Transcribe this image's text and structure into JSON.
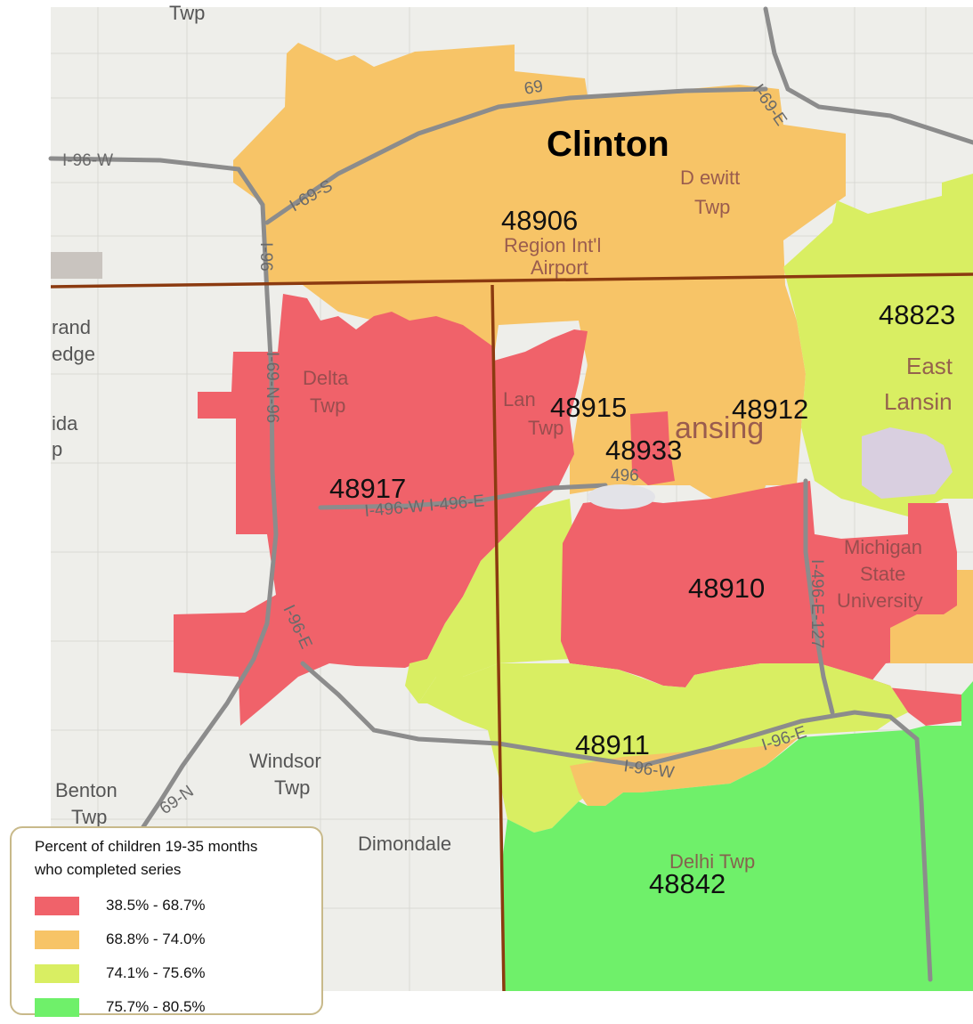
{
  "county_label": "Clinton",
  "zip_labels": [
    "48906",
    "48823",
    "48915",
    "48912",
    "48933",
    "48917",
    "48910",
    "48911",
    "48842"
  ],
  "place_labels": {
    "dewitt_1": "D ewitt",
    "dewitt_2": "Twp",
    "airport_1": "Region Int'l",
    "airport_2": "Airport",
    "delta_1": "Delta",
    "delta_2": "Twp",
    "lansing_twp_1": "Lan",
    "lansing_twp_2": "Twp",
    "lansing": "ansing",
    "east_lansing_1": "East",
    "east_lansing_2": "Lansin",
    "msu_1": "Michigan",
    "msu_2": "State",
    "msu_3": "University",
    "windsor_1": "Windsor",
    "windsor_2": "Twp",
    "benton_1": "Benton",
    "benton_2": "Twp",
    "dimondale": "Dimondale",
    "delhi": "Delhi Twp",
    "grand_ledge_1": "rand",
    "grand_ledge_2": "edge",
    "oneida_1": "ida",
    "oneida_2": "p",
    "twp_top": "Twp"
  },
  "highway_labels": {
    "i96w": "I-96-W",
    "i69s": "I-69-S",
    "i69e": "I-69-E",
    "hwy69": "69",
    "i496": "I-496-W I-496-E",
    "i69n96": "I-69-N-96",
    "i96": "I-96",
    "i96e": "I-96-E",
    "i96we": "I-96-W",
    "i96e2": "I-96-E",
    "i496e127": "I-496-E-127",
    "i69n": "69-N",
    "r496": "496"
  },
  "legend": {
    "title_line1": "Percent of children 19-35 months",
    "title_line2": "who completed series",
    "items": [
      {
        "label": "38.5% - 68.7%",
        "color": "#f0626a"
      },
      {
        "label": "68.8% - 74.0%",
        "color": "#f7c467"
      },
      {
        "label": "74.1% - 75.6%",
        "color": "#d9ee62"
      },
      {
        "label": "75.7% - 80.5%",
        "color": "#6ff06a"
      }
    ]
  },
  "colors": {
    "red": "#f0626a",
    "orange": "#f7c467",
    "yellow_green": "#d9ee62",
    "green": "#6ff06a",
    "county_line": "#8b3a10"
  }
}
